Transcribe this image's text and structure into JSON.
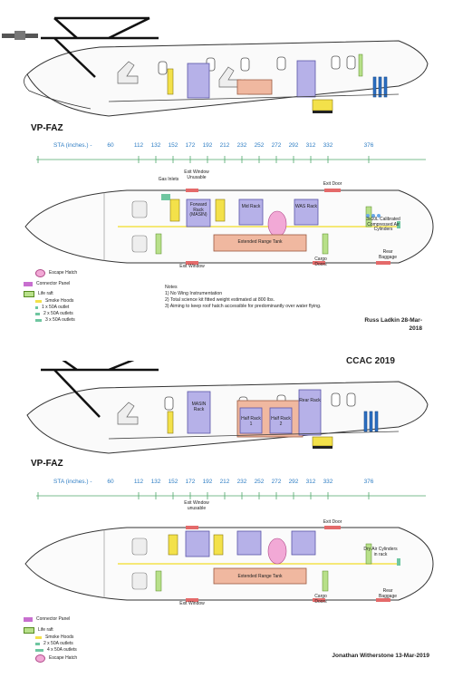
{
  "top": {
    "registration": "VP-FAZ",
    "sta_axis": {
      "label": "STA (inches.)",
      "ticks": [
        "60",
        "112",
        "132",
        "152",
        "172",
        "192",
        "212",
        "232",
        "252",
        "272",
        "292",
        "312",
        "332",
        "376"
      ]
    },
    "labels": {
      "gas_inlets": "Gas Inlets",
      "exit_window_unusable": "Exit Window Unusable",
      "forward_rack": "Forward Rack (MASIN)",
      "mid_rack": "Mid Rack",
      "was_rack": "WAS Rack",
      "exit_door": "Exit Door",
      "extended_range_tank": "Extended Range Tank",
      "cylinders": "3x10L Calibrated Compressed Air Cylinders",
      "exit_window": "Exit Window",
      "cargo_doors": "Cargo Doors",
      "rear_baggage": "Rear Baggage"
    },
    "legend": [
      {
        "label": "Escape Hatch",
        "icon": "escape-hatch-icon"
      },
      {
        "label": "Connector Panel",
        "icon": "connector-panel-icon"
      },
      {
        "label": "Life raft",
        "icon": "life-raft-icon"
      },
      {
        "label": "Smoke Hoods",
        "icon": "smoke-hood-icon"
      },
      {
        "label": "1 x 50A outlet",
        "icon": "outlet-icon"
      },
      {
        "label": "2 x 50A outlets",
        "icon": "outlet-icon"
      },
      {
        "label": "3 x 50A outlets",
        "icon": "outlet-icon"
      }
    ],
    "notes": {
      "title": "Notes",
      "items": [
        "1)    No Wing Instrumentation",
        "2)    Total science kit fitted weight estimated at 800 lbs.",
        "3)    Aiming to keep roof hatch accessible for predominantly over water flying."
      ]
    },
    "signature": "Russ Ladkin 28-Mar-2018"
  },
  "campaign_title": "CCAC 2019",
  "bottom": {
    "registration": "VP-FAZ",
    "sta_axis": {
      "label": "STA (inches.)",
      "ticks": [
        "60",
        "112",
        "132",
        "152",
        "172",
        "192",
        "212",
        "232",
        "252",
        "272",
        "292",
        "312",
        "332",
        "376"
      ]
    },
    "side_labels": {
      "masin_rack": "MASIN Rack",
      "half_rack_1": "Half Rack 1",
      "half_rack_2": "Half Rack 2",
      "rear_rack": "Rear Rack"
    },
    "labels": {
      "exit_window_unusable": "Exit Window unusable",
      "exit_door": "Exit Door",
      "extended_range_tank": "Extended Range Tank",
      "dry_air": "Dry Air Cylinders in rack",
      "exit_window": "Exit Window",
      "cargo_doors": "Cargo Doors",
      "rear_baggage": "Rear Baggage"
    },
    "legend": [
      {
        "label": "Connector Panel",
        "icon": "connector-panel-icon"
      },
      {
        "label": "Life raft",
        "icon": "life-raft-icon"
      },
      {
        "label": "Smoke Hoods",
        "icon": "smoke-hood-icon"
      },
      {
        "label": "2 x 50A outlets",
        "icon": "outlet-icon"
      },
      {
        "label": "4 x 50A outlets",
        "icon": "outlet-icon"
      },
      {
        "label": "Escape Hatch",
        "icon": "escape-hatch-icon"
      }
    ],
    "signature": "Jonathan Witherstone 13-Mar-2019"
  },
  "colors": {
    "rack": "#b6b1e8",
    "rack_stroke": "#5a55a8",
    "tank": "#f0b8a0",
    "tank_stroke": "#9a5a40",
    "exit": "#e46a6a",
    "connector": "#c86fcf",
    "life_raft": "#b8e08a",
    "outlet": "#6fc6a0",
    "sta_blue": "#2f7ec4",
    "sta_line": "#4fa86a",
    "yellow": "#f3e14a",
    "escape_hatch": "#f2a9d6"
  }
}
